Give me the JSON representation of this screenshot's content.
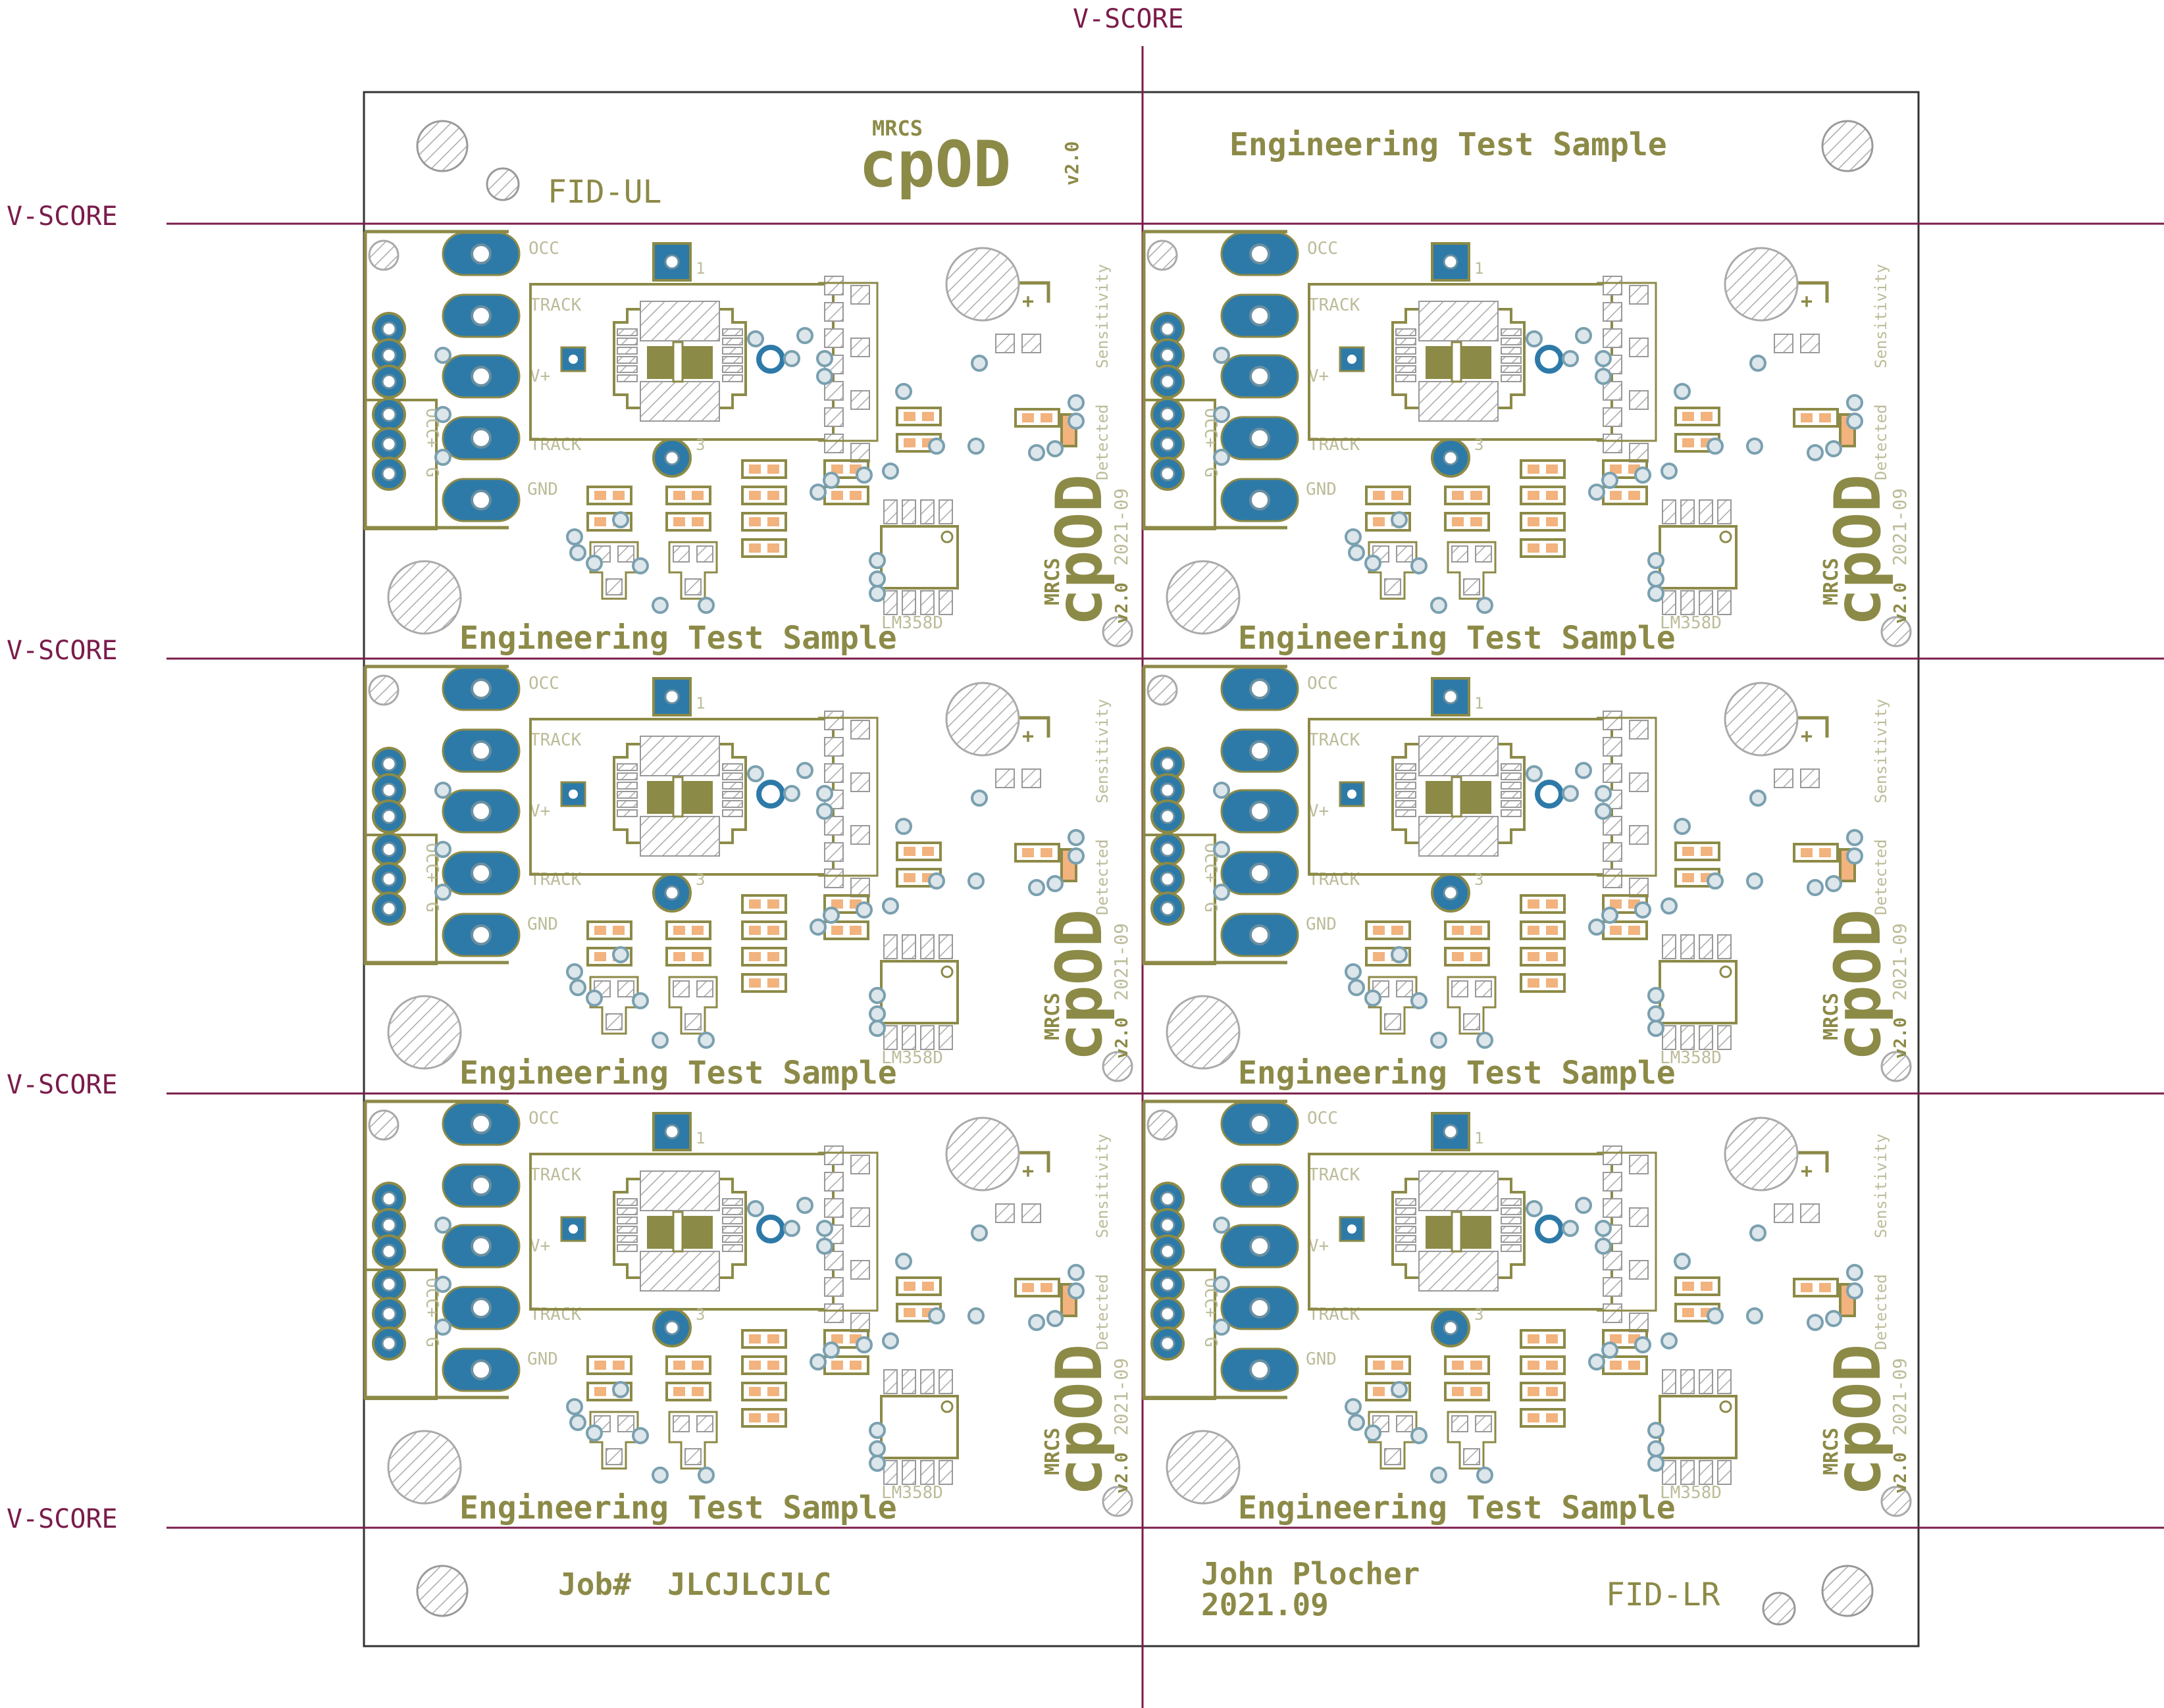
{
  "score_label": "V-SCORE",
  "panel": {
    "top_left": {
      "brand_small": "MRCS",
      "brand_big": "cpOD",
      "version": "v2.0",
      "fid": "FID-UL"
    },
    "top_right": {
      "text": "Engineering Test Sample"
    },
    "bottom_left": {
      "job": "Job#  JLCJLCJLC"
    },
    "bottom_right": {
      "author": "John Plocher",
      "date": "2021.09",
      "fid": "FID-LR"
    }
  },
  "board": {
    "title": "Engineering Test Sample",
    "brand_small": "MRCS",
    "brand_big": "cpOD",
    "version": "v2.0",
    "date": "2021-09",
    "ic": "LM358D",
    "labels": {
      "occ": "OCC",
      "track": "TRACK",
      "vplus": "V+",
      "gnd": "GND",
      "sensitivity": "Sensitivity",
      "detected": "Detected",
      "pin1": "1",
      "pin3": "3",
      "plus": "+",
      "hdr_occ": "OCC",
      "hdr_plus": "+",
      "hdr_g": "G"
    }
  },
  "colors": {
    "silk": "#8c8a47",
    "pad": "#2d7aa8",
    "vscore": "#7a1c4a",
    "smd": "#f2b37e",
    "hatch": "#b0b0b0",
    "outline": "#333333"
  }
}
